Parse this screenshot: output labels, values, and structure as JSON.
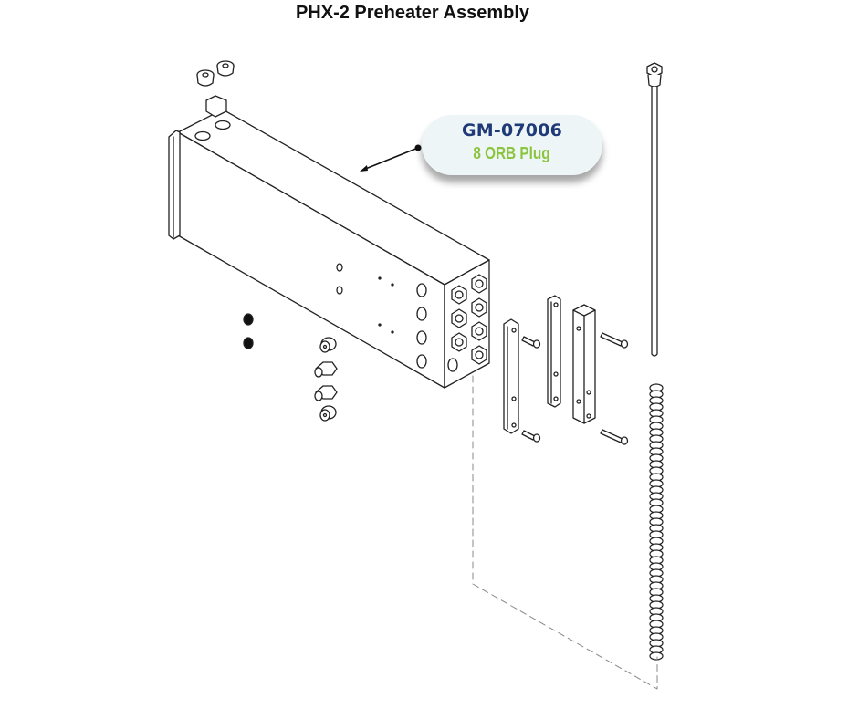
{
  "title": "PHX-2 Preheater Assembly",
  "callout": {
    "part_number": "GM-07006",
    "description": "8 ORB Plug",
    "colors": {
      "part_number": "#1f3a78",
      "description": "#8bc53f",
      "background": "#eef5f6"
    }
  }
}
